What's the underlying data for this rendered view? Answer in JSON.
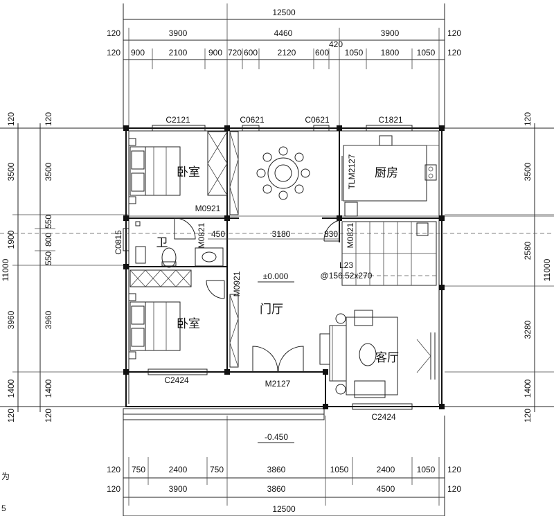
{
  "dims": {
    "top_total": "12500",
    "top_row1": [
      "120",
      "3900",
      "4460",
      "3900",
      "120"
    ],
    "top_row2": [
      "120",
      "900",
      "2100",
      "900",
      "720",
      "600",
      "2120",
      "600",
      "420",
      "1050",
      "1800",
      "1050",
      "120"
    ],
    "left_outer": [
      "120",
      "3500",
      "1900",
      "3960",
      "1400",
      "120"
    ],
    "left_outer_total": "11000",
    "left_inner": [
      "120",
      "3500",
      "550",
      "800",
      "550",
      "3960",
      "1400",
      "120"
    ],
    "right_outer": [
      "120",
      "3500",
      "2580",
      "3280",
      "1400",
      "120"
    ],
    "right_outer_total": "11000",
    "interior": [
      "450",
      "3180",
      "830"
    ],
    "bottom_row1": [
      "120",
      "750",
      "2400",
      "750",
      "3860",
      "1050",
      "2400",
      "1050",
      "120"
    ],
    "bottom_row2": [
      "120",
      "3900",
      "3860",
      "4500",
      "120"
    ],
    "bottom_total": "12500"
  },
  "rooms": {
    "bedroom_top": "卧室",
    "bedroom_bottom": "卧室",
    "kitchen": "厨房",
    "bathroom": "卫",
    "foyer": "门厅",
    "living": "客厅"
  },
  "labels": {
    "win_c2121": "C2121",
    "win_c0621_a": "C0621",
    "win_c0621_b": "C0621",
    "win_c1821": "C1821",
    "win_c0815": "C0815",
    "win_c2424_left": "C2424",
    "win_c2424_right": "C2424",
    "door_m0921_top": "M0921",
    "door_m0821_left": "M0821",
    "door_m0821_right": "M0821",
    "door_m0921_foyer": "M0921",
    "door_tlm2127": "TLM2127",
    "door_m2127": "M2127",
    "level_pm0": "±0.000",
    "level_neg": "-0.450",
    "stair_steps": "L23",
    "stair_spec": "@156.52x270"
  },
  "margin_text": {
    "top": "为",
    "bottom": "5"
  }
}
